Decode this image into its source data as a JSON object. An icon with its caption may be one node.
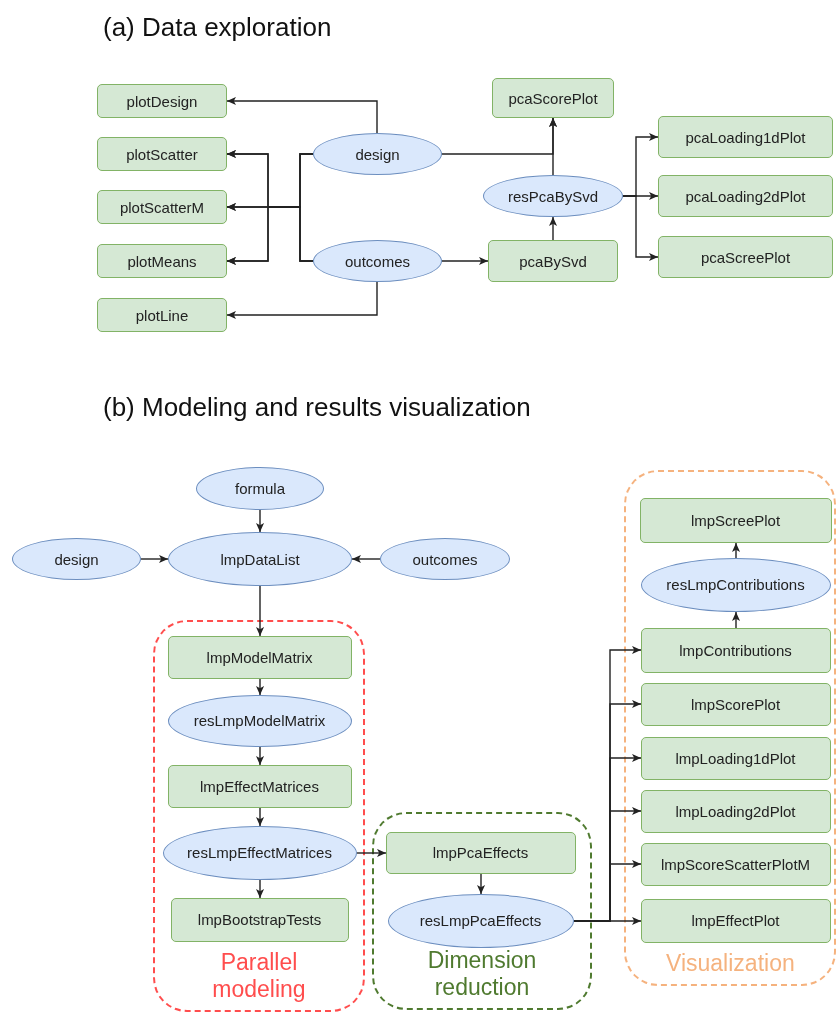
{
  "diagram": {
    "nodes": [
      {
        "text": [
          "plotDesign"
        ]
      },
      {
        "text": [
          "plotScatter"
        ]
      },
      {
        "text": [
          "plotScatterM"
        ]
      },
      {
        "text": [
          "plotMeans"
        ]
      },
      {
        "text": [
          "plotLine"
        ]
      },
      {
        "text": [
          "design"
        ]
      },
      {
        "text": [
          "outcomes"
        ]
      },
      {
        "text": [
          "pcaScorePlot"
        ]
      },
      {
        "text": [
          "resPcaBySvd"
        ]
      },
      {
        "text": [
          "pcaBySvd"
        ]
      },
      {
        "text": [
          "pcaLoading1dPlot"
        ]
      },
      {
        "text": [
          "pcaLoading2dPlot"
        ]
      },
      {
        "text": [
          "pcaScreePlot"
        ]
      },
      {
        "text": [
          "formula"
        ]
      },
      {
        "text": [
          "design"
        ]
      },
      {
        "text": [
          "lmpDataList"
        ]
      },
      {
        "text": [
          "outcomes"
        ]
      },
      {
        "text": [
          "Parallel modeling"
        ]
      },
      {
        "text": [
          "lmpModelMatrix"
        ],
        "in": 17
      },
      {
        "text": [
          "resLmpModelMatrix"
        ],
        "in": 17
      },
      {
        "text": [
          "lmpEffectMatrices"
        ],
        "in": 17
      },
      {
        "text": [
          "resLmpEffectMatrices"
        ],
        "in": 17
      },
      {
        "text": [
          "lmpBootstrapTests"
        ],
        "in": 17
      },
      {
        "text": [
          "Dimension reduction"
        ]
      },
      {
        "text": [
          "lmpPcaEffects"
        ],
        "in": 23
      },
      {
        "text": [
          "resLmpPcaEffects"
        ],
        "in": 23
      },
      {
        "text": [
          "Visualization"
        ]
      },
      {
        "text": [
          "lmpScreePlot"
        ],
        "in": 26
      },
      {
        "text": [
          "resLmpContributions"
        ],
        "in": 26
      },
      {
        "text": [
          "lmpContributions"
        ],
        "in": 26
      },
      {
        "text": [
          "lmpScorePlot"
        ],
        "in": 26
      },
      {
        "text": [
          "lmpLoading1dPlot"
        ],
        "in": 26
      },
      {
        "text": [
          "lmpLoading2dPlot"
        ],
        "in": 26
      },
      {
        "text": [
          "lmpScoreScatterPlotM"
        ],
        "in": 26
      },
      {
        "text": [
          "lmpEffectPlot"
        ],
        "in": 26
      }
    ],
    "edges": [
      {
        "from": 5,
        "to": 0,
        "arrow": "to"
      },
      {
        "from": 5,
        "to": 1,
        "arrow": "to"
      },
      {
        "from": 5,
        "to": 2,
        "arrow": "to"
      },
      {
        "from": 5,
        "to": 3,
        "arrow": "to"
      },
      {
        "from": 6,
        "to": 1,
        "arrow": "to"
      },
      {
        "from": 6,
        "to": 2,
        "arrow": "to"
      },
      {
        "from": 6,
        "to": 3,
        "arrow": "to"
      },
      {
        "from": 6,
        "to": 4,
        "arrow": "to"
      },
      {
        "from": 6,
        "to": 9,
        "arrow": "to"
      },
      {
        "from": 5,
        "to": 7,
        "arrow": "to"
      },
      {
        "from": 9,
        "to": 8,
        "arrow": "to"
      },
      {
        "from": 8,
        "to": 7,
        "arrow": "to"
      },
      {
        "from": 8,
        "to": 10,
        "arrow": "to"
      },
      {
        "from": 8,
        "to": 11,
        "arrow": "to"
      },
      {
        "from": 8,
        "to": 12,
        "arrow": "to"
      },
      {
        "from": 13,
        "to": 15,
        "arrow": "to"
      },
      {
        "from": 14,
        "to": 15,
        "arrow": "to"
      },
      {
        "from": 16,
        "to": 15,
        "arrow": "to"
      },
      {
        "from": 15,
        "to": 18,
        "arrow": "to"
      },
      {
        "from": 18,
        "to": 19,
        "arrow": "to"
      },
      {
        "from": 19,
        "to": 20,
        "arrow": "to"
      },
      {
        "from": 20,
        "to": 21,
        "arrow": "to"
      },
      {
        "from": 21,
        "to": 22,
        "arrow": "to"
      },
      {
        "from": 21,
        "to": 24,
        "arrow": "to"
      },
      {
        "from": 24,
        "to": 25,
        "arrow": "to"
      },
      {
        "from": 25,
        "to": 29,
        "arrow": "to"
      },
      {
        "from": 25,
        "to": 30,
        "arrow": "to"
      },
      {
        "from": 25,
        "to": 31,
        "arrow": "to"
      },
      {
        "from": 25,
        "to": 32,
        "arrow": "to"
      },
      {
        "from": 25,
        "to": 33,
        "arrow": "to"
      },
      {
        "from": 25,
        "to": 34,
        "arrow": "to"
      },
      {
        "from": 29,
        "to": 28,
        "arrow": "to"
      },
      {
        "from": 28,
        "to": 27,
        "arrow": "to"
      }
    ],
    "labels": [
      "(a) Data exploration",
      "(b) Modeling and results visualization"
    ]
  }
}
